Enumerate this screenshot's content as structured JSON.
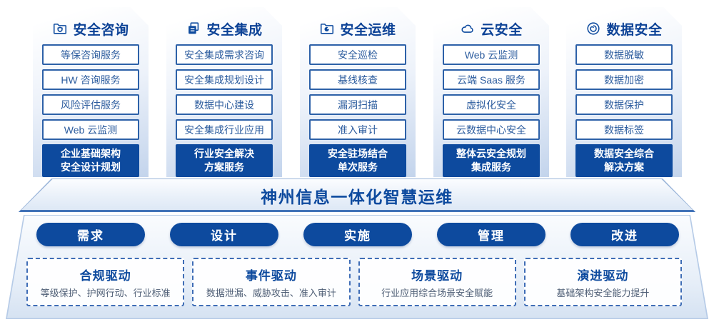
{
  "colors": {
    "primary_blue": "#0d4a9e",
    "item_border_blue": "#2d61a8",
    "banner_edge_blue": "#4273b8",
    "card_gradient_bottom": "#c3d4ec"
  },
  "columns": [
    {
      "title": "安全咨询",
      "icon": "folder-shield-icon",
      "items": [
        "等保咨询服务",
        "HW 咨询服务",
        "风险评估服务",
        "Web 云监测"
      ],
      "highlight_line1": "企业基础架构",
      "highlight_line2": "安全设计规划"
    },
    {
      "title": "安全集成",
      "icon": "copy-docs-icon",
      "items": [
        "安全集成需求咨询",
        "安全集成规划设计",
        "数据中心建设",
        "安全集成行业应用"
      ],
      "highlight_line1": "行业安全解决",
      "highlight_line2": "方案服务"
    },
    {
      "title": "安全运维",
      "icon": "folder-pie-icon",
      "items": [
        "安全巡检",
        "基线核查",
        "漏洞扫描",
        "准入审计"
      ],
      "highlight_line1": "安全驻场结合",
      "highlight_line2": "单次服务"
    },
    {
      "title": "云安全",
      "icon": "cloud-icon",
      "items": [
        "Web 云监测",
        "云端 Saas 服务",
        "虚拟化安全",
        "云数据中心安全"
      ],
      "highlight_line1": "整体云安全规划",
      "highlight_line2": "集成服务"
    },
    {
      "title": "数据安全",
      "icon": "data-spiral-icon",
      "items": [
        "数据脱敏",
        "数据加密",
        "数据保护",
        "数据标签"
      ],
      "highlight_line1": "数据安全综合",
      "highlight_line2": "解决方案"
    }
  ],
  "banner": {
    "title": "神州信息一体化智慧运维"
  },
  "process": {
    "pills": [
      "需求",
      "设计",
      "实施",
      "管理",
      "改进"
    ]
  },
  "drivers": [
    {
      "title": "合规驱动",
      "desc": "等级保护、护网行动、行业标准"
    },
    {
      "title": "事件驱动",
      "desc": "数据泄漏、威胁攻击、准入审计"
    },
    {
      "title": "场景驱动",
      "desc": "行业应用综合场景安全赋能"
    },
    {
      "title": "演进驱动",
      "desc": "基础架构安全能力提升"
    }
  ]
}
